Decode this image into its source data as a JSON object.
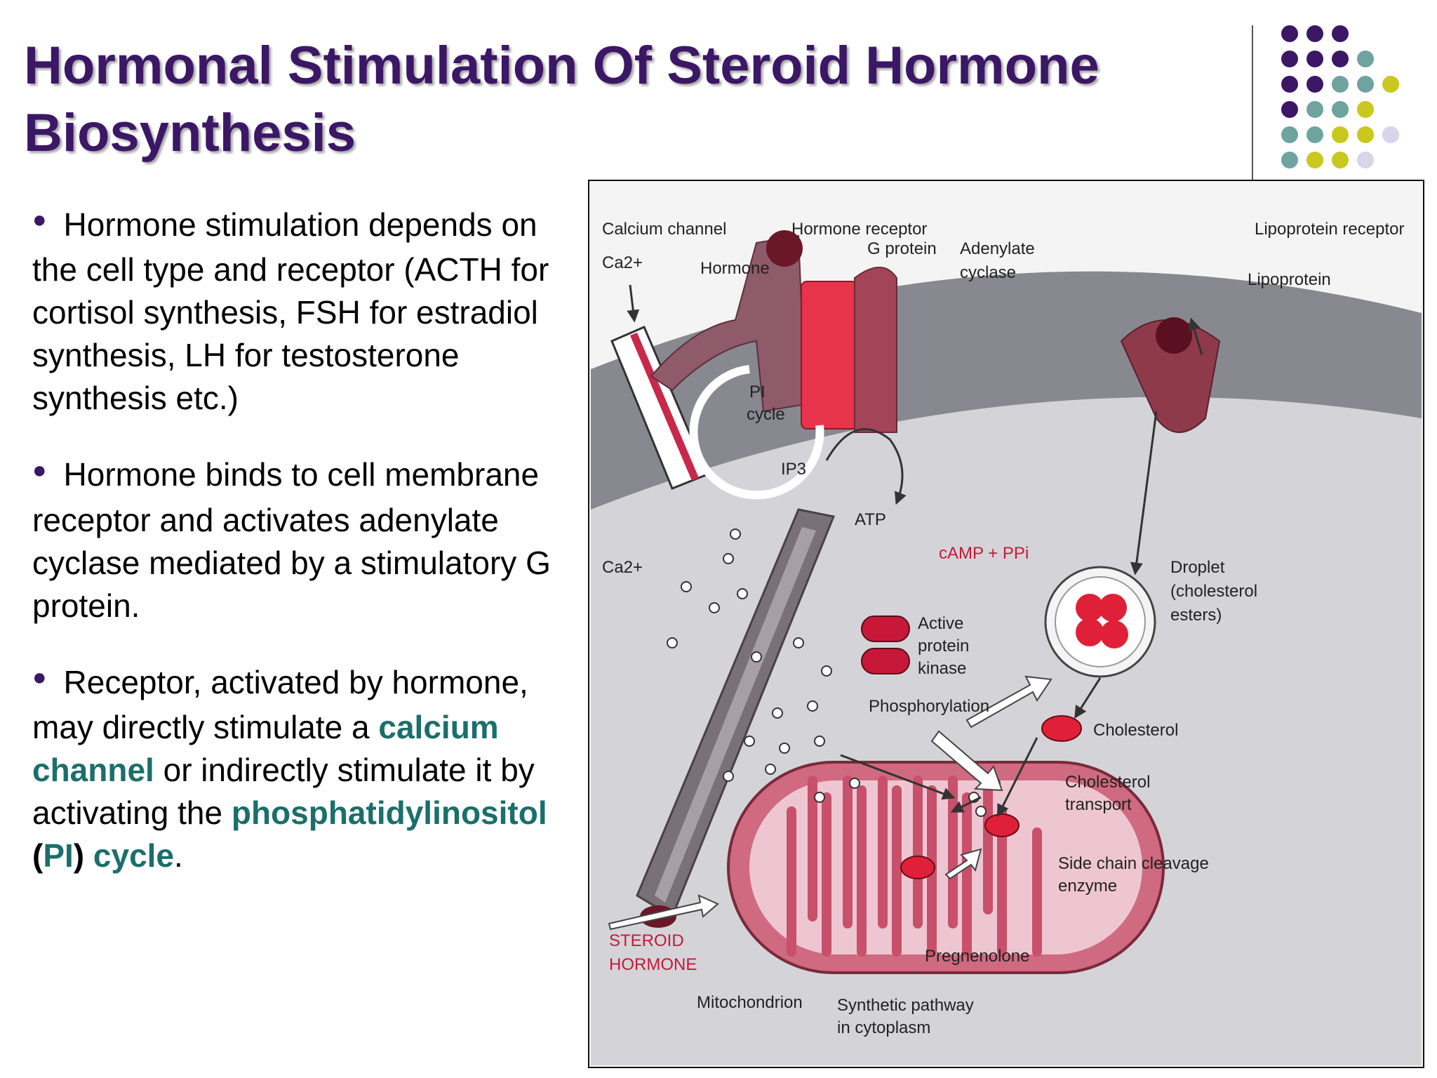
{
  "slide": {
    "title": "Hormonal Stimulation Of Steroid Hormone Biosynthesis",
    "bullets": [
      {
        "text": "Hormone stimulation depends on the cell type and receptor (ACTH for cortisol synthesis, FSH for estradiol synthesis, LH for testosterone synthesis etc.)"
      },
      {
        "text": "Hormone binds to cell membrane receptor and activates adenylate cyclase mediated by a stimulatory G protein."
      },
      {
        "part1": "Receptor, activated by hormone, may directly stimulate a ",
        "highlight1": "calcium channel",
        "part2": " or indirectly stimulate it by activating the ",
        "highlight2": "phosphatidylinositol",
        "paren_open": " (",
        "highlight3": "PI",
        "paren_close": ") ",
        "highlight4": "cycle",
        "end": "."
      }
    ]
  },
  "decor": {
    "dot_colors": {
      "purple": "#3b1766",
      "teal": "#6fa3a0",
      "yellow": "#c8c81e",
      "lavender": "#d8d4ea"
    },
    "accent_teal": "#1b6f6a"
  },
  "diagram": {
    "labels": {
      "calcium_channel": "Calcium channel",
      "hormone_receptor": "Hormone receptor",
      "lipoprotein_receptor": "Lipoprotein receptor",
      "ca_top": "Ca2+",
      "hormone": "Hormone",
      "g_protein": "G protein",
      "adenylate": "Adenylate",
      "cyclase": "cyclase",
      "lipoprotein": "Lipoprotein",
      "pi": "PI",
      "cycle": "cycle",
      "ip3": "IP3",
      "atp": "ATP",
      "camp": "cAMP + PPi",
      "ca_mid": "Ca2+",
      "droplet_1": "Droplet",
      "droplet_2": "(cholesterol",
      "droplet_3": "esters)",
      "active": "Active",
      "protein": "protein",
      "kinase": "kinase",
      "phosphorylation": "Phosphorylation",
      "cholesterol": "Cholesterol",
      "cholesterol_transport_1": "Cholesterol",
      "cholesterol_transport_2": "transport",
      "side_chain_1": "Side chain cleavage",
      "side_chain_2": "enzyme",
      "steroid_1": "STEROID",
      "steroid_2": "HORMONE",
      "pregnenolone": "Pregnenolone",
      "mitochondrion": "Mitochondrion",
      "synthetic_1": "Synthetic pathway",
      "synthetic_2": "in cytoplasm"
    }
  }
}
